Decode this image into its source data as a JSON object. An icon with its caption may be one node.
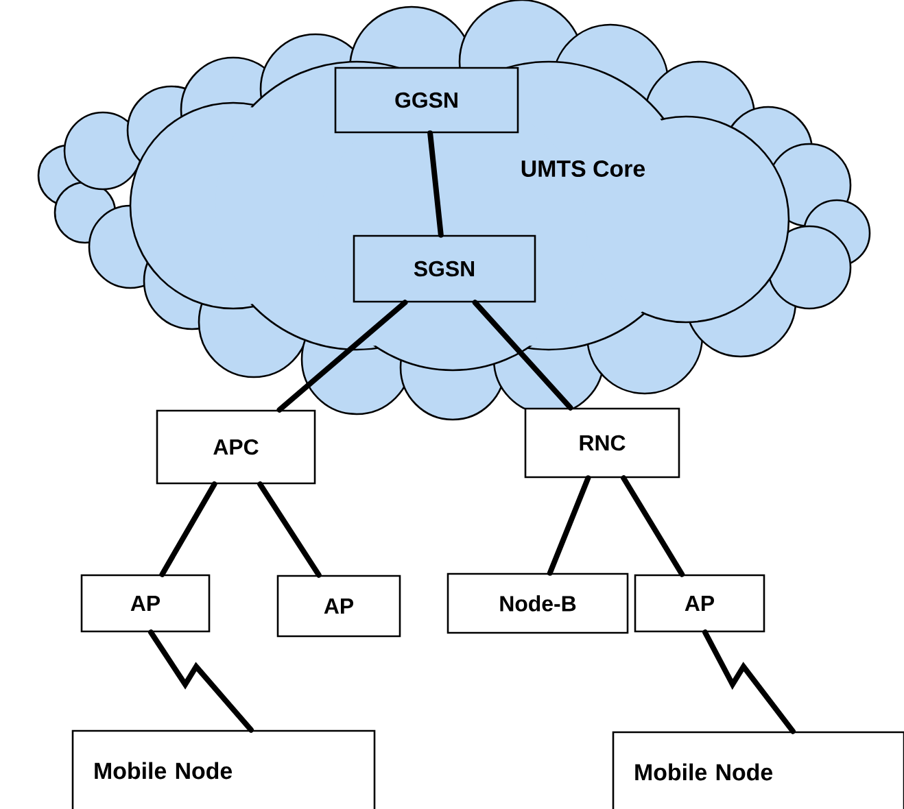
{
  "diagram": {
    "nodes": [
      {
        "text": [
          "UMTS Core"
        ]
      },
      {
        "text": [
          "GGSN"
        ],
        "in": 0
      },
      {
        "text": [
          "SGSN"
        ],
        "in": 0
      },
      {
        "text": [
          "APC"
        ]
      },
      {
        "text": [
          "RNC"
        ]
      },
      {
        "text": [
          "AP"
        ]
      },
      {
        "text": [
          "AP"
        ]
      },
      {
        "text": [
          "Node-B"
        ]
      },
      {
        "text": [
          "AP"
        ]
      },
      {
        "text": [
          "Mobile Node"
        ]
      },
      {
        "text": [
          "Mobile Node"
        ]
      }
    ],
    "edges": [
      {
        "from": 1,
        "to": 2,
        "arrow": "none"
      },
      {
        "from": 2,
        "to": 3,
        "arrow": "none"
      },
      {
        "from": 2,
        "to": 4,
        "arrow": "none"
      },
      {
        "from": 3,
        "to": 5,
        "arrow": "none"
      },
      {
        "from": 3,
        "to": 6,
        "arrow": "none"
      },
      {
        "from": 4,
        "to": 7,
        "arrow": "none"
      },
      {
        "from": 4,
        "to": 8,
        "arrow": "none"
      },
      {
        "from": 5,
        "to": 9,
        "arrow": "none"
      },
      {
        "from": 8,
        "to": 10,
        "arrow": "none"
      }
    ]
  }
}
